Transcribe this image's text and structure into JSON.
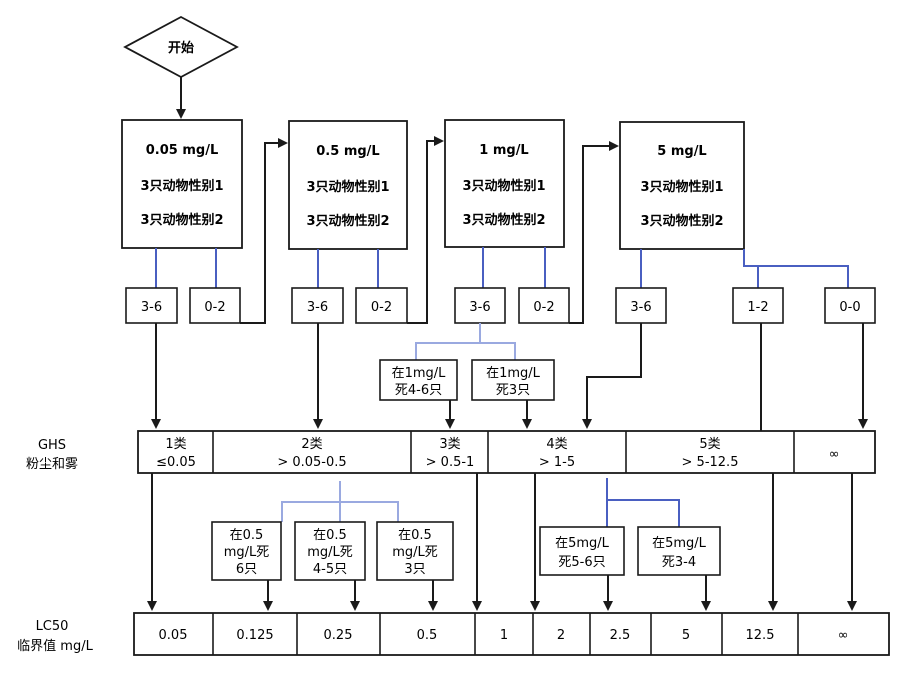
{
  "start": {
    "label": "开始"
  },
  "doses": [
    {
      "dose": "0.05 mg/L",
      "line1": "3只动物性别1",
      "line2": "3只动物性别2"
    },
    {
      "dose": "0.5 mg/L",
      "line1": "3只动物性别1",
      "line2": "3只动物性别2"
    },
    {
      "dose": "1 mg/L",
      "line1": "3只动物性别1",
      "line2": "3只动物性别2"
    },
    {
      "dose": "5 mg/L",
      "line1": "3只动物性别1",
      "line2": "3只动物性别2"
    }
  ],
  "outcomes": [
    "3-6",
    "0-2",
    "3-6",
    "0-2",
    "3-6",
    "0-2",
    "3-6",
    "1-2",
    "0-0"
  ],
  "substeps_mid": [
    {
      "line1": "在1mg/L",
      "line2": "死4-6只"
    },
    {
      "line1": "在1mg/L",
      "line2": "死3只"
    }
  ],
  "ghs": {
    "label_line1": "GHS",
    "label_line2": "粉尘和雾",
    "cells": [
      {
        "line1": "1类",
        "line2": "≤0.05"
      },
      {
        "line1": "2类",
        "line2": "> 0.05-0.5"
      },
      {
        "line1": "3类",
        "line2": "> 0.5-1"
      },
      {
        "line1": "4类",
        "line2": "> 1-5"
      },
      {
        "line1": "5类",
        "line2": "> 5-12.5"
      },
      {
        "line1": "∞",
        "line2": ""
      }
    ]
  },
  "substeps_low": [
    {
      "line1": "在0.5",
      "line2": "mg/L死",
      "line3": "6只"
    },
    {
      "line1": "在0.5",
      "line2": "mg/L死",
      "line3": "4-5只"
    },
    {
      "line1": "在0.5",
      "line2": "mg/L死",
      "line3": "3只"
    },
    {
      "line1": "在5mg/L",
      "line2": "死5-6只",
      "line3": ""
    },
    {
      "line1": "在5mg/L",
      "line2": "死3-4",
      "line3": ""
    }
  ],
  "lc50": {
    "label_line1": "LC50",
    "label_line2": "临界值 mg/L",
    "cells": [
      "0.05",
      "0.125",
      "0.25",
      "0.5",
      "1",
      "2",
      "2.5",
      "5",
      "12.5",
      "∞"
    ]
  },
  "colors": {
    "line": "#1a1a1a",
    "blue": "#4a5fc1",
    "lightblue": "#9aa9e0"
  }
}
